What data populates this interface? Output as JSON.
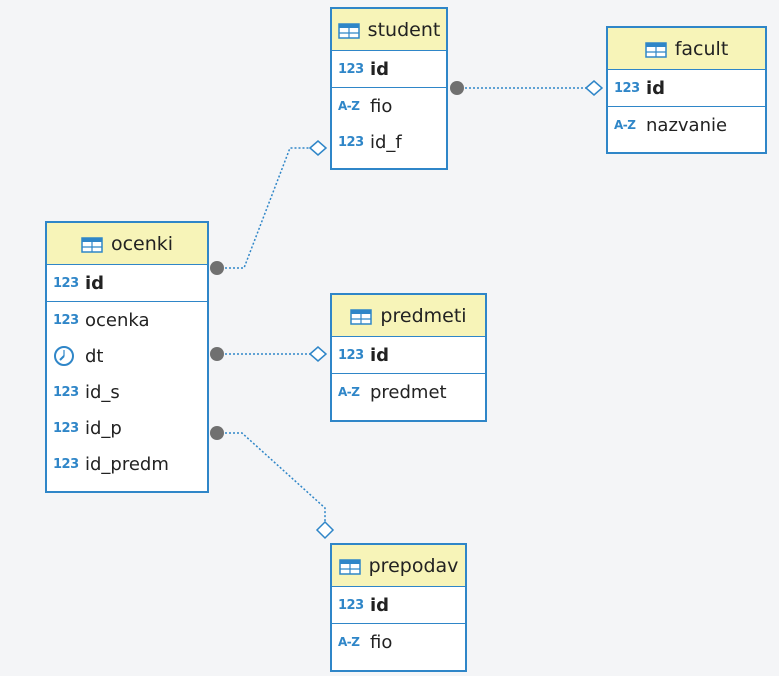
{
  "tables": {
    "student": {
      "name": "student",
      "pk": {
        "type": "123",
        "name": "id"
      },
      "cols": [
        {
          "type": "A-Z",
          "name": "fio"
        },
        {
          "type": "123",
          "name": "id_f"
        }
      ]
    },
    "facult": {
      "name": "facult",
      "pk": {
        "type": "123",
        "name": "id"
      },
      "cols": [
        {
          "type": "A-Z",
          "name": "nazvanie"
        }
      ]
    },
    "ocenki": {
      "name": "ocenki",
      "pk": {
        "type": "123",
        "name": "id"
      },
      "cols": [
        {
          "type": "123",
          "name": "ocenka"
        },
        {
          "type": "clock",
          "name": "dt"
        },
        {
          "type": "123",
          "name": "id_s"
        },
        {
          "type": "123",
          "name": "id_p"
        },
        {
          "type": "123",
          "name": "id_predm"
        }
      ]
    },
    "predmeti": {
      "name": "predmeti",
      "pk": {
        "type": "123",
        "name": "id"
      },
      "cols": [
        {
          "type": "A-Z",
          "name": "predmet"
        }
      ]
    },
    "prepodav": {
      "name": "prepodav",
      "pk": {
        "type": "123",
        "name": "id"
      },
      "cols": [
        {
          "type": "A-Z",
          "name": "fio"
        }
      ]
    }
  },
  "relationships": [
    {
      "from": "student.id",
      "to": "facult"
    },
    {
      "from": "ocenki",
      "to": "student.id_f"
    },
    {
      "from": "ocenki",
      "to": "predmeti"
    },
    {
      "from": "ocenki",
      "to": "prepodav"
    }
  ],
  "colors": {
    "border": "#2f86c8",
    "header_bg": "#f7f4b8",
    "link": "#2f86c8",
    "dot": "#707070",
    "background": "#f4f5f7"
  }
}
